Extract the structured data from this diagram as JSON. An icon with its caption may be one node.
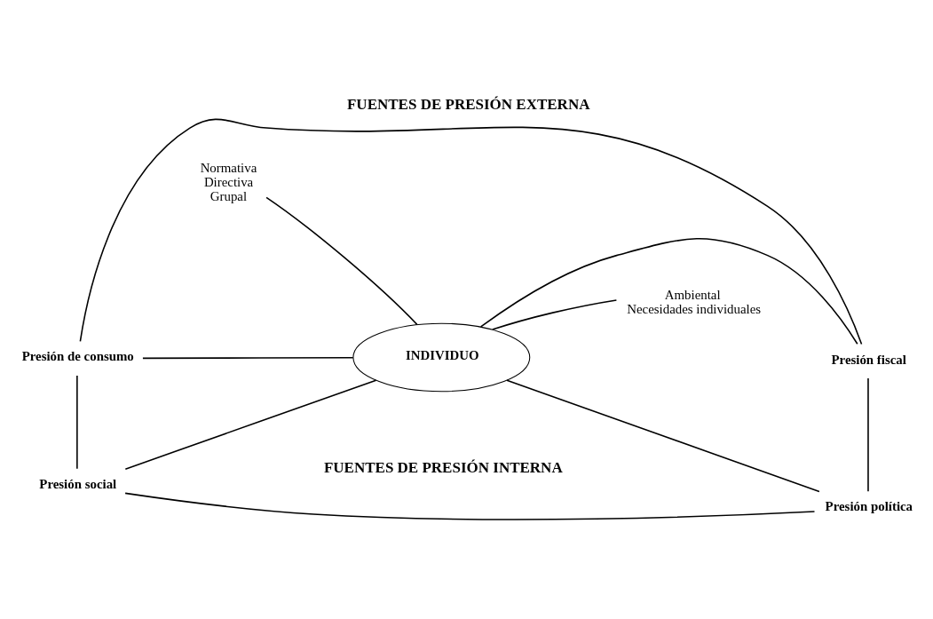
{
  "diagram": {
    "title": "FUENTES DE PRESIÓN EXTERNA",
    "caption": "FUENTES DE PRESIÓN INTERNA",
    "nodes": [
      {
        "text": [
          "Presión de consumo"
        ]
      },
      {
        "text": [
          "Presión fiscal"
        ]
      },
      {
        "text": [
          "Normativa",
          "Directiva",
          "Grupal"
        ]
      },
      {
        "text": [
          "INDIVIDUO"
        ]
      },
      {
        "text": [
          "Ambiental",
          "Necesidades individuales"
        ]
      },
      {
        "text": [
          "Presión social"
        ]
      },
      {
        "text": [
          "Presión política"
        ]
      }
    ],
    "edges": [
      {
        "from": 0,
        "to": 1,
        "arrow": "none"
      },
      {
        "from": 0,
        "to": 5,
        "arrow": "none"
      },
      {
        "from": 1,
        "to": 6,
        "arrow": "none"
      },
      {
        "from": 0,
        "to": 3,
        "arrow": "none"
      },
      {
        "from": 1,
        "to": 3,
        "arrow": "none"
      },
      {
        "from": 2,
        "to": 3,
        "arrow": "none"
      },
      {
        "from": 3,
        "to": 4,
        "arrow": "none"
      },
      {
        "from": 5,
        "to": 3,
        "arrow": "none"
      },
      {
        "from": 6,
        "to": 3,
        "arrow": "none"
      },
      {
        "from": 5,
        "to": 6,
        "arrow": "none"
      }
    ]
  }
}
